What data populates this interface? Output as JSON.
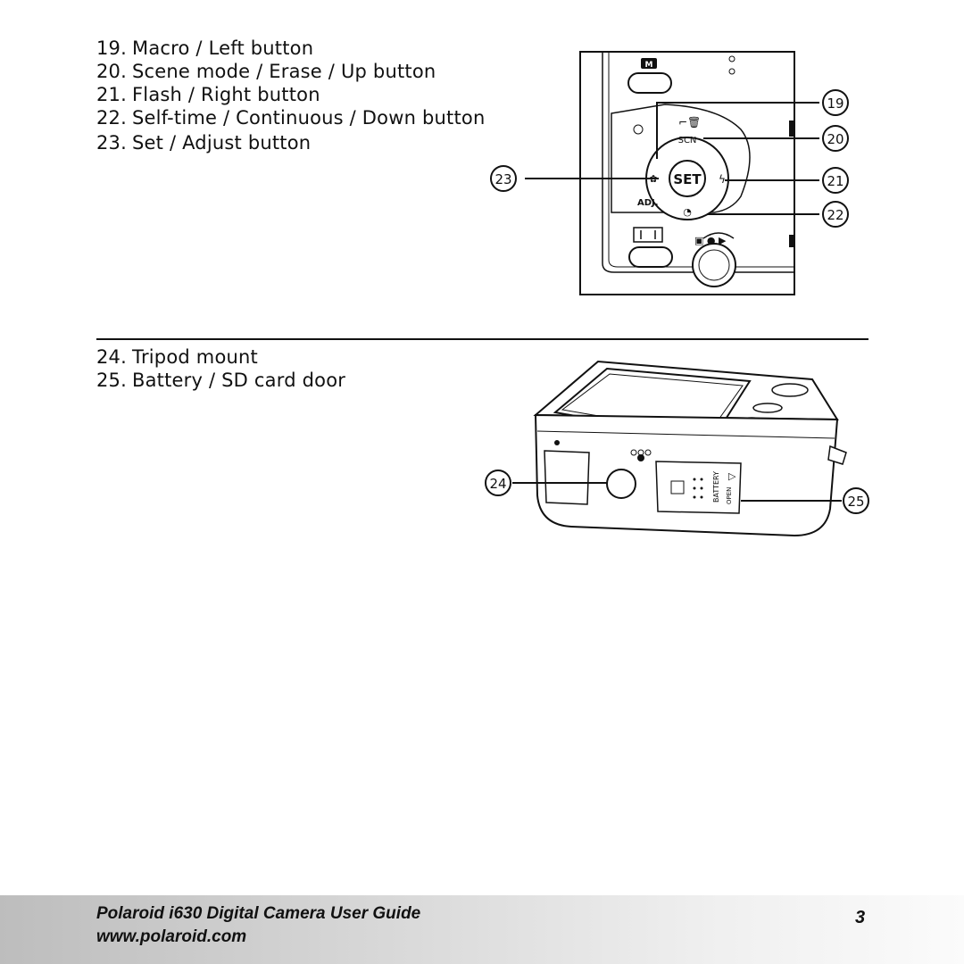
{
  "sections": [
    {
      "items": [
        {
          "number": "19.",
          "label": "Macro / Left button"
        },
        {
          "number": "20.",
          "label": "Scene mode / Erase / Up button"
        },
        {
          "number": "21.",
          "label": "Flash / Right button"
        },
        {
          "number": "22.",
          "label": "Self-time / Continuous / Down button"
        },
        {
          "number": "23.",
          "label": "Set / Adjust button"
        }
      ]
    },
    {
      "items": [
        {
          "number": "24.",
          "label": "Tripod mount"
        },
        {
          "number": "25.",
          "label": "Battery / SD card door"
        }
      ]
    }
  ],
  "figure_buttons": {
    "callouts": [
      "19",
      "20",
      "21",
      "22",
      "23"
    ],
    "labels": {
      "menu": "M",
      "scn": "SCN",
      "set": "SET",
      "adj": "ADJ."
    }
  },
  "figure_camera": {
    "callouts": [
      "24",
      "25"
    ],
    "labels": {
      "battery": "BATTERY",
      "open": "OPEN"
    }
  },
  "footer": {
    "title": "Polaroid i630 Digital Camera User Guide",
    "url": "www.polaroid.com",
    "page": "3"
  }
}
